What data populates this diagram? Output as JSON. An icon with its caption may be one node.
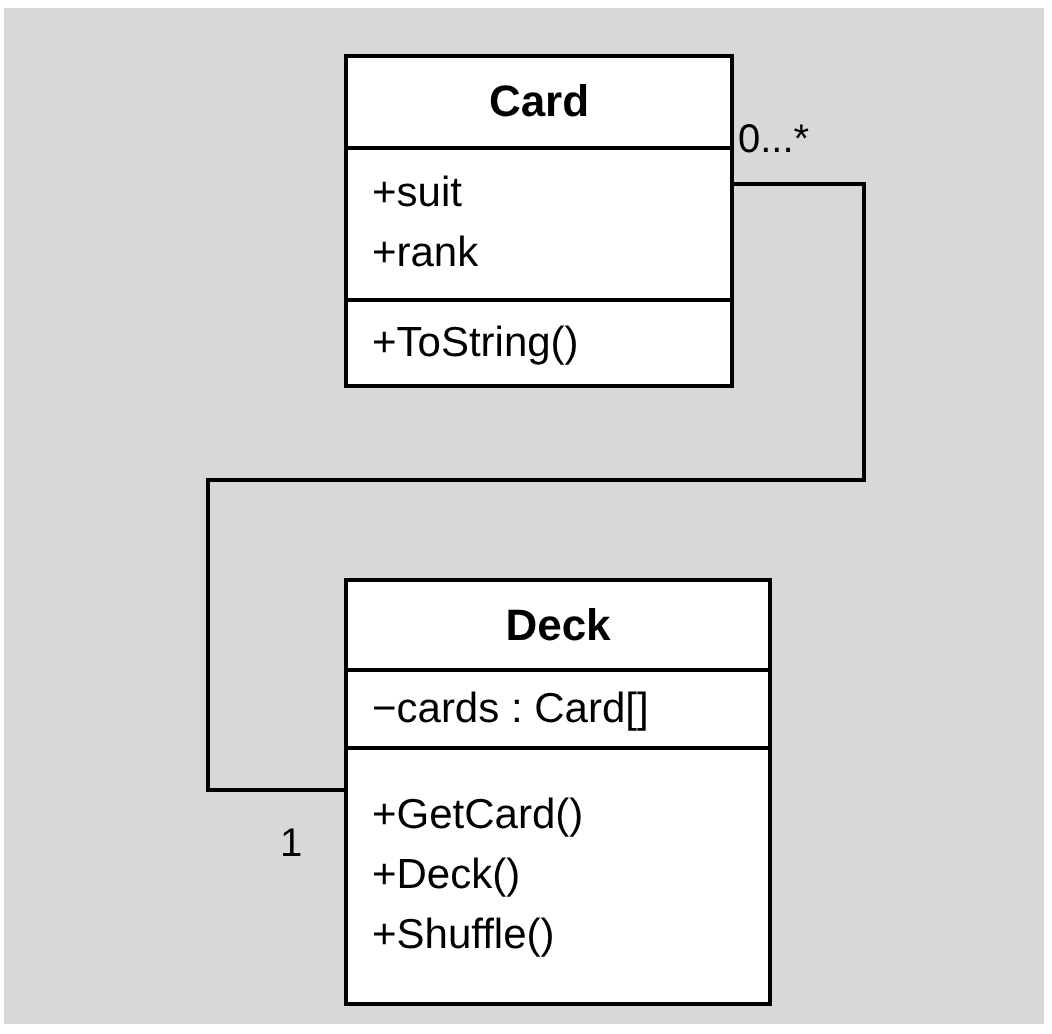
{
  "diagram": {
    "nodes": [
      {
        "text": [
          "Card",
          "+suit",
          "+rank",
          "+ToString()"
        ]
      },
      {
        "text": [
          "Deck",
          "−cards : Card[]",
          "+GetCard()",
          "+Deck()",
          "+Shuffle()"
        ]
      }
    ],
    "edges": [
      {
        "from": 0,
        "to": 1,
        "arrow": "none"
      }
    ],
    "labels": [
      "0...*",
      "1"
    ]
  }
}
